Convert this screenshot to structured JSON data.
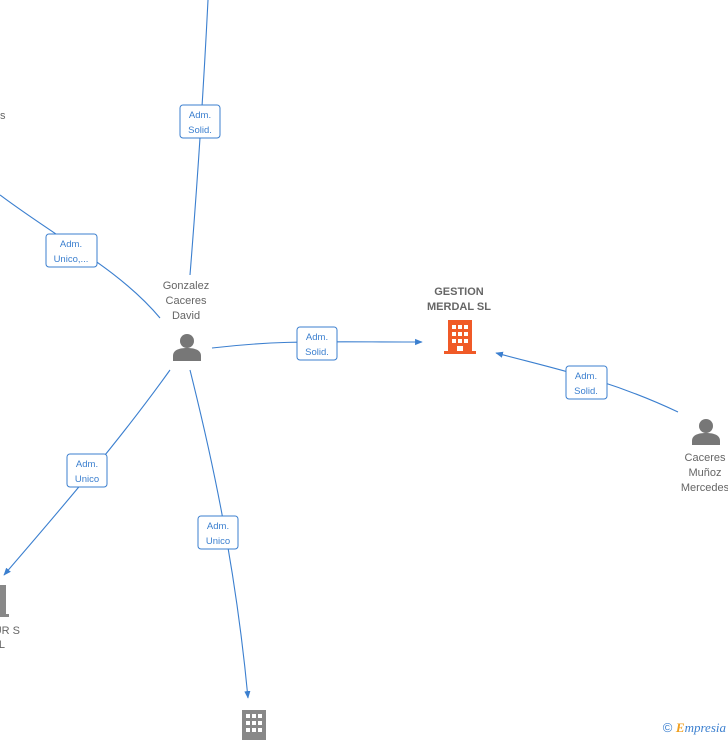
{
  "nodes": {
    "gonzalez": {
      "lines": [
        "Gonzalez",
        "Caceres",
        "David"
      ],
      "type": "person"
    },
    "gestion": {
      "lines": [
        "GESTION",
        "MERDAL  SL"
      ],
      "type": "company",
      "color": "#f05a28"
    },
    "caceres": {
      "lines": [
        "Caceres",
        "Muñoz",
        "Mercedes"
      ],
      "type": "person"
    },
    "left_top": {
      "lines": [
        "s"
      ]
    },
    "left_bottom": {
      "lines": [
        "UR S",
        "L"
      ]
    }
  },
  "edge_labels": {
    "top": [
      "Adm.",
      "Solid."
    ],
    "upper_left": [
      "Adm.",
      "Unico,..."
    ],
    "center": [
      "Adm.",
      "Solid."
    ],
    "right": [
      "Adm.",
      "Solid."
    ],
    "lower_left": [
      "Adm.",
      "Unico"
    ],
    "bottom": [
      "Adm.",
      "Unico"
    ]
  },
  "colors": {
    "edge": "#3b7fcf",
    "person_icon": "#777777",
    "company_main": "#f05a28",
    "company_other": "#888888"
  },
  "footer": {
    "copyright": "©",
    "brand_initial": "E",
    "brand_rest": "mpresia"
  }
}
